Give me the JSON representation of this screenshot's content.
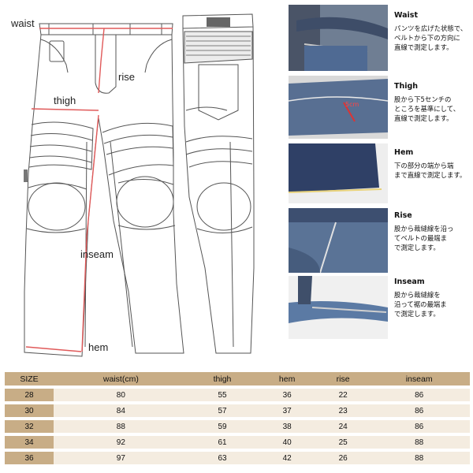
{
  "diagram": {
    "labels": {
      "waist": "waist",
      "rise": "rise",
      "thigh": "thigh",
      "inseam": "inseam",
      "hem": "hem"
    },
    "colors": {
      "measure_line": "#e05a5a",
      "outline": "#555555",
      "table_header": "#c8ad86",
      "table_row": "#f4ece0"
    }
  },
  "guide": [
    {
      "title": "Waist",
      "desc": "パンツを広げた状態で、\nベルトから下の方向に\n直線で測定します。"
    },
    {
      "title": "Thigh",
      "desc": "股から下5センチの\nところを基準にして、\n直線で測定します。",
      "callout": "5cm"
    },
    {
      "title": "Hem",
      "desc": "下の部分の端から端\nまで直線で測定します。"
    },
    {
      "title": "Rise",
      "desc": "股から裁縫線を沿っ\nてベルトの最端ま\nで測定します。"
    },
    {
      "title": "Inseam",
      "desc": "股から裁縫線を\n沿って裾の最端ま\nで測定します。"
    }
  ],
  "size_table": {
    "headers": [
      "SIZE",
      "waist(cm)",
      "thigh",
      "hem",
      "rise",
      "inseam"
    ],
    "rows": [
      [
        "28",
        "80",
        "55",
        "36",
        "22",
        "86"
      ],
      [
        "30",
        "84",
        "57",
        "37",
        "23",
        "86"
      ],
      [
        "32",
        "88",
        "59",
        "38",
        "24",
        "86"
      ],
      [
        "34",
        "92",
        "61",
        "40",
        "25",
        "88"
      ],
      [
        "36",
        "97",
        "63",
        "42",
        "26",
        "88"
      ]
    ]
  }
}
